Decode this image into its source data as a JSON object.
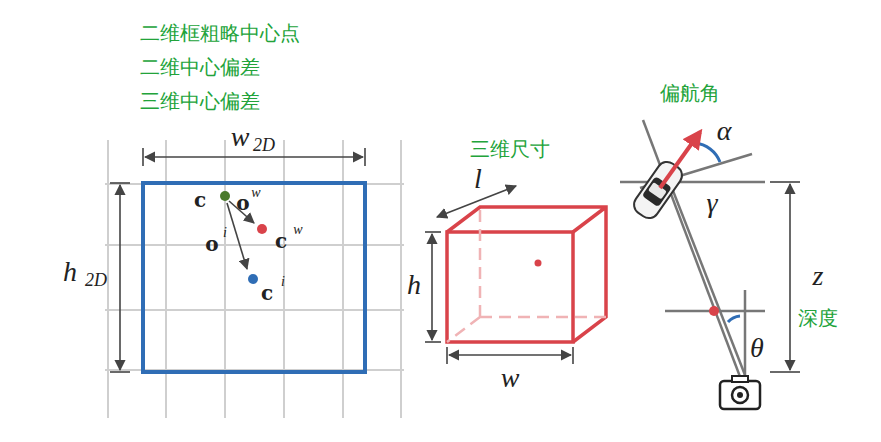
{
  "diagram": {
    "labels": [
      "二维框粗略中心点",
      "二维中心偏差",
      "三维中心偏差",
      "w",
      "2D",
      "h",
      "2D",
      "c",
      "o",
      "w",
      "c",
      "w",
      "o",
      "i",
      "c",
      "i",
      "三维尺寸",
      "l",
      "h",
      "w",
      "偏航角",
      "α",
      "γ",
      "z",
      "深度",
      "θ"
    ]
  }
}
